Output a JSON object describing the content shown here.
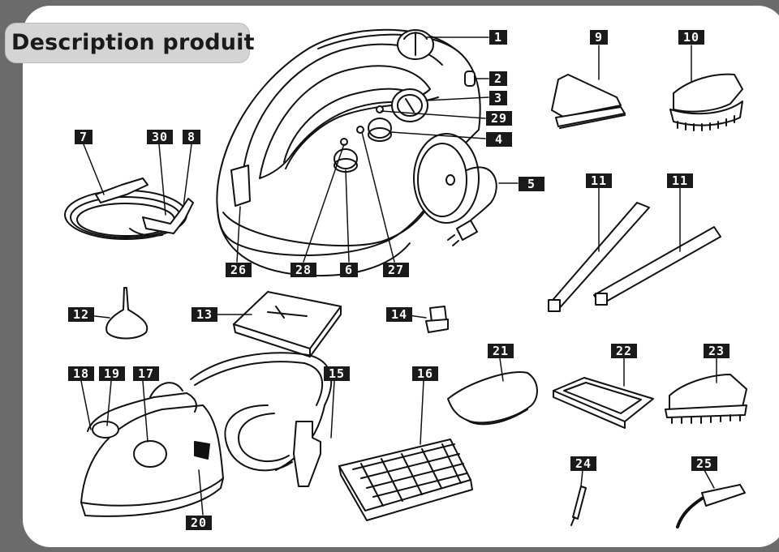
{
  "title": "Description produit",
  "colors": {
    "background": "#6b6b6b",
    "panel": "#ffffff",
    "title_tab": "#d4d4d4",
    "label_box": "#1a1a1a",
    "label_text": "#ffffff",
    "line_art": "#111111"
  },
  "labels": {
    "n1": "1",
    "n2": "2",
    "n3": "3",
    "n4": "4",
    "n5": "5",
    "n6": "6",
    "n7": "7",
    "n8": "8",
    "n9": "9",
    "n10": "10",
    "n11a": "11",
    "n11b": "11",
    "n12": "12",
    "n13": "13",
    "n14": "14",
    "n15": "15",
    "n16": "16",
    "n17": "17",
    "n18": "18",
    "n19": "19",
    "n20": "20",
    "n21": "21",
    "n22": "22",
    "n23": "23",
    "n24": "24",
    "n25": "25",
    "n26": "26",
    "n27": "27",
    "n28": "28",
    "n29": "29",
    "n30": "30"
  }
}
